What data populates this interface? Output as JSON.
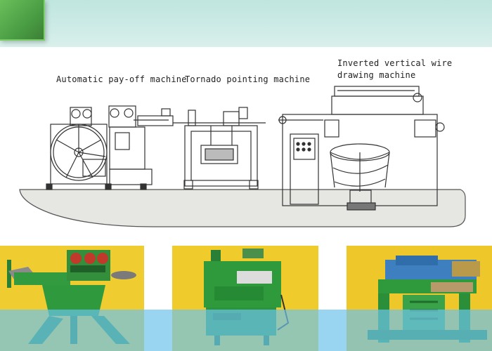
{
  "labels": {
    "payoff": "Automatic pay-off machine",
    "tornado": "Tornado pointing machine",
    "drawing_line1": "Inverted vertical wire",
    "drawing_line2": "drawing machine"
  },
  "colors": {
    "band": "#cdebe6",
    "machine_green": "#2f8f3a",
    "photo_yellow": "#efc92c",
    "overlay_blue": "#6ec3eb"
  }
}
